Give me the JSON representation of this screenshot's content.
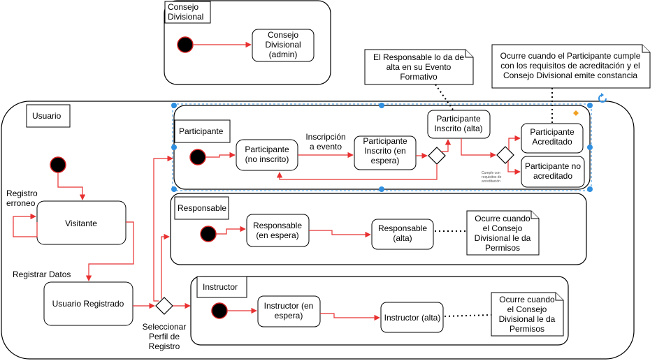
{
  "frames": {
    "consejo": "Consejo\nDivisional",
    "usuario": "Usuario",
    "participante": "Participante",
    "responsable": "Responsable",
    "instructor": "Instructor"
  },
  "states": {
    "consejo_admin": "Consejo\nDivisional\n(admin)",
    "visitante": "Visitante",
    "usuario_registrado": "Usuario Registrado",
    "part_no_inscrito": "Participante\n(no inscrito)",
    "part_inscrito_espera": "Participante\nInscrito (en\nespera)",
    "part_inscrito_alta": "Participante\nInscrito (alta)",
    "part_acreditado": "Participante\nAcreditado",
    "part_no_acreditado": "Participante no\nacreditado",
    "resp_espera": "Responsable\n(en espera)",
    "resp_alta": "Responsable\n(alta)",
    "instr_espera": "Instructor (en\nespera)",
    "instr_alta": "Instructor (alta)"
  },
  "labels": {
    "registro_erroneo": "Registro\nerroneo",
    "registrar_datos": "Registrar Datos",
    "seleccionar_perfil": "Seleccionar\nPerfil de\nRegistro",
    "inscripcion": "Inscripción\na evento",
    "cumple": "Cumple con\nrequisitos de\nacreditación"
  },
  "notes": {
    "responsable_alta": "El Responsable lo da de\nalta en su Evento\nFormativo",
    "ocurre_participante": "Ocurre cuando el Participante cumple\ncon los requisitos de acreditación y el\nConsejo Divisional emite constancia",
    "ocurre_responsable": "Ocurre cuando\nel Consejo\nDivisional le da\nPermisos",
    "ocurre_instructor": "Ocurre cuando\nel Consejo\nDivisional le da\nPermisos"
  },
  "icons": {
    "refresh": "refresh-icon",
    "diamond": "orange-diamond-icon"
  },
  "colors": {
    "edge": "#e83030",
    "selection": "#2f8fe0",
    "accent": "#f0a020"
  }
}
